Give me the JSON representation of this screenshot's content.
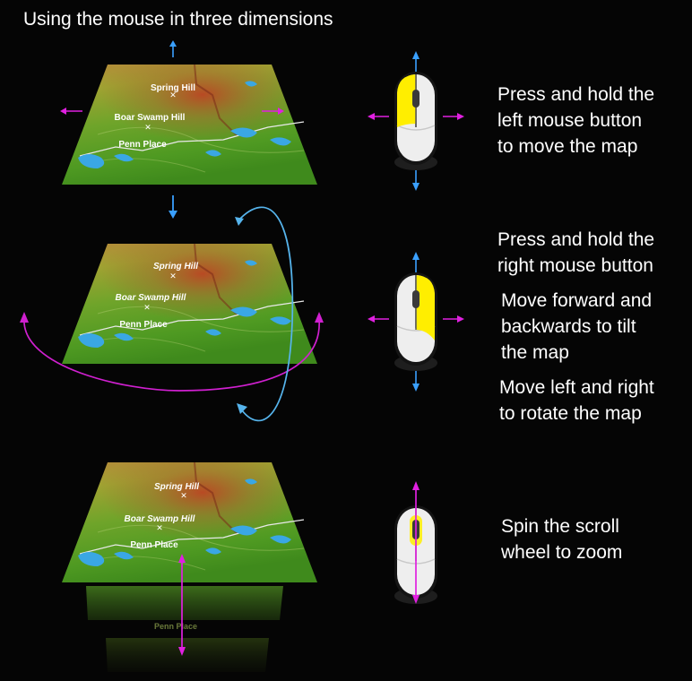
{
  "title": "Using the mouse in three dimensions",
  "map_labels": {
    "peak": "Spring Hill",
    "hill": "Boar Swamp Hill",
    "place": "Penn Place"
  },
  "captions": {
    "move": [
      "Press and hold the",
      "left mouse button",
      "to move the map"
    ],
    "right_hold": [
      "Press and hold the",
      "right mouse button"
    ],
    "tilt": [
      "Move forward and",
      "backwards to tilt",
      "the map"
    ],
    "rotate": [
      "Move left and right",
      "to rotate the map"
    ],
    "zoom": [
      "Spin the scroll",
      "wheel to zoom"
    ]
  },
  "colors": {
    "background": "#050505",
    "text": "#ffffff",
    "move_arrow": "#e020e0",
    "pan_arrow": "#3aa0ff",
    "tilt_arrow": "#56b4ec",
    "rotate_arrow": "#d020d0",
    "highlight": "#ffee00",
    "mouse_body": "#eeeeee"
  },
  "icons": [
    "mouse-left-button-icon",
    "mouse-right-button-icon",
    "mouse-scroll-wheel-icon"
  ]
}
